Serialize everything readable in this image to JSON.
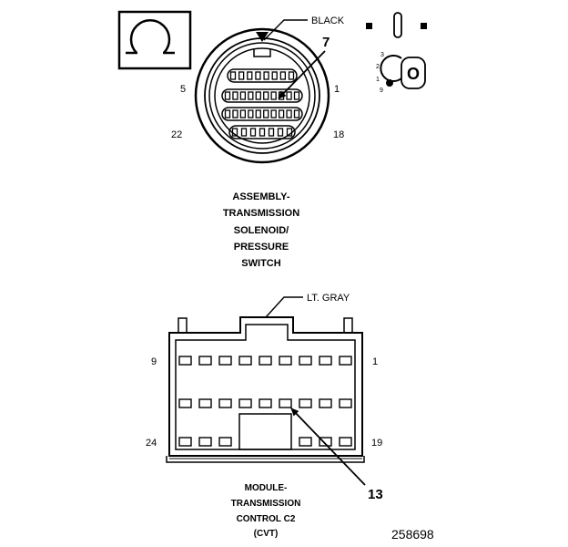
{
  "top_connector": {
    "color_label": "BLACK",
    "callout_number": "7",
    "pin_labels": {
      "top_left": "5",
      "top_right": "1",
      "bottom_left": "22",
      "bottom_right": "18"
    },
    "caption": [
      "ASSEMBLY-",
      "TRANSMISSION",
      "SOLENOID/",
      "PRESSURE",
      "SWITCH"
    ]
  },
  "key_inset": {
    "icon": "ohm-symbol-icon",
    "small_numbers": [
      "3",
      "2",
      "1",
      "9"
    ],
    "letter": "O"
  },
  "bottom_connector": {
    "color_label": "LT. GRAY",
    "callout_number": "13",
    "pin_labels": {
      "top_left": "9",
      "top_right": "1",
      "bottom_left": "24",
      "bottom_right": "19"
    },
    "caption": [
      "MODULE-",
      "TRANSMISSION",
      "CONTROL C2",
      "(CVT)"
    ]
  },
  "figure_id": "258698"
}
